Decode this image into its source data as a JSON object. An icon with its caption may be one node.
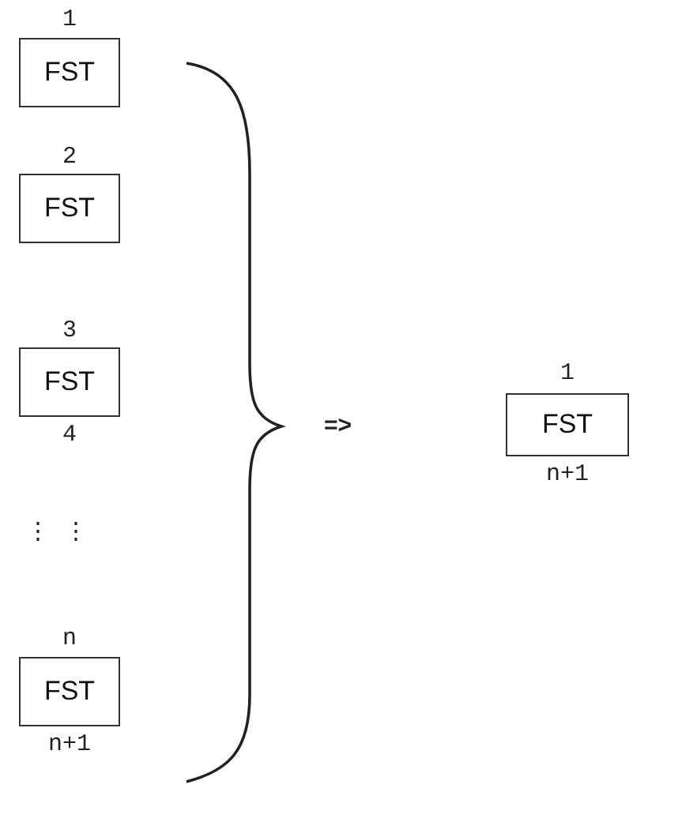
{
  "diagram": {
    "nodes": [
      {
        "text": [
          "FST"
        ]
      },
      {
        "text": [
          "FST"
        ]
      },
      {
        "text": [
          "FST"
        ]
      },
      {
        "text": [
          "FST"
        ]
      },
      {
        "text": [
          "FST"
        ],
        "beside": [
          "1",
          "n+1"
        ]
      }
    ],
    "labels": [
      "1",
      "2",
      "3",
      "4",
      "⋮ ⋮",
      "n",
      "n+1",
      "=>"
    ]
  }
}
